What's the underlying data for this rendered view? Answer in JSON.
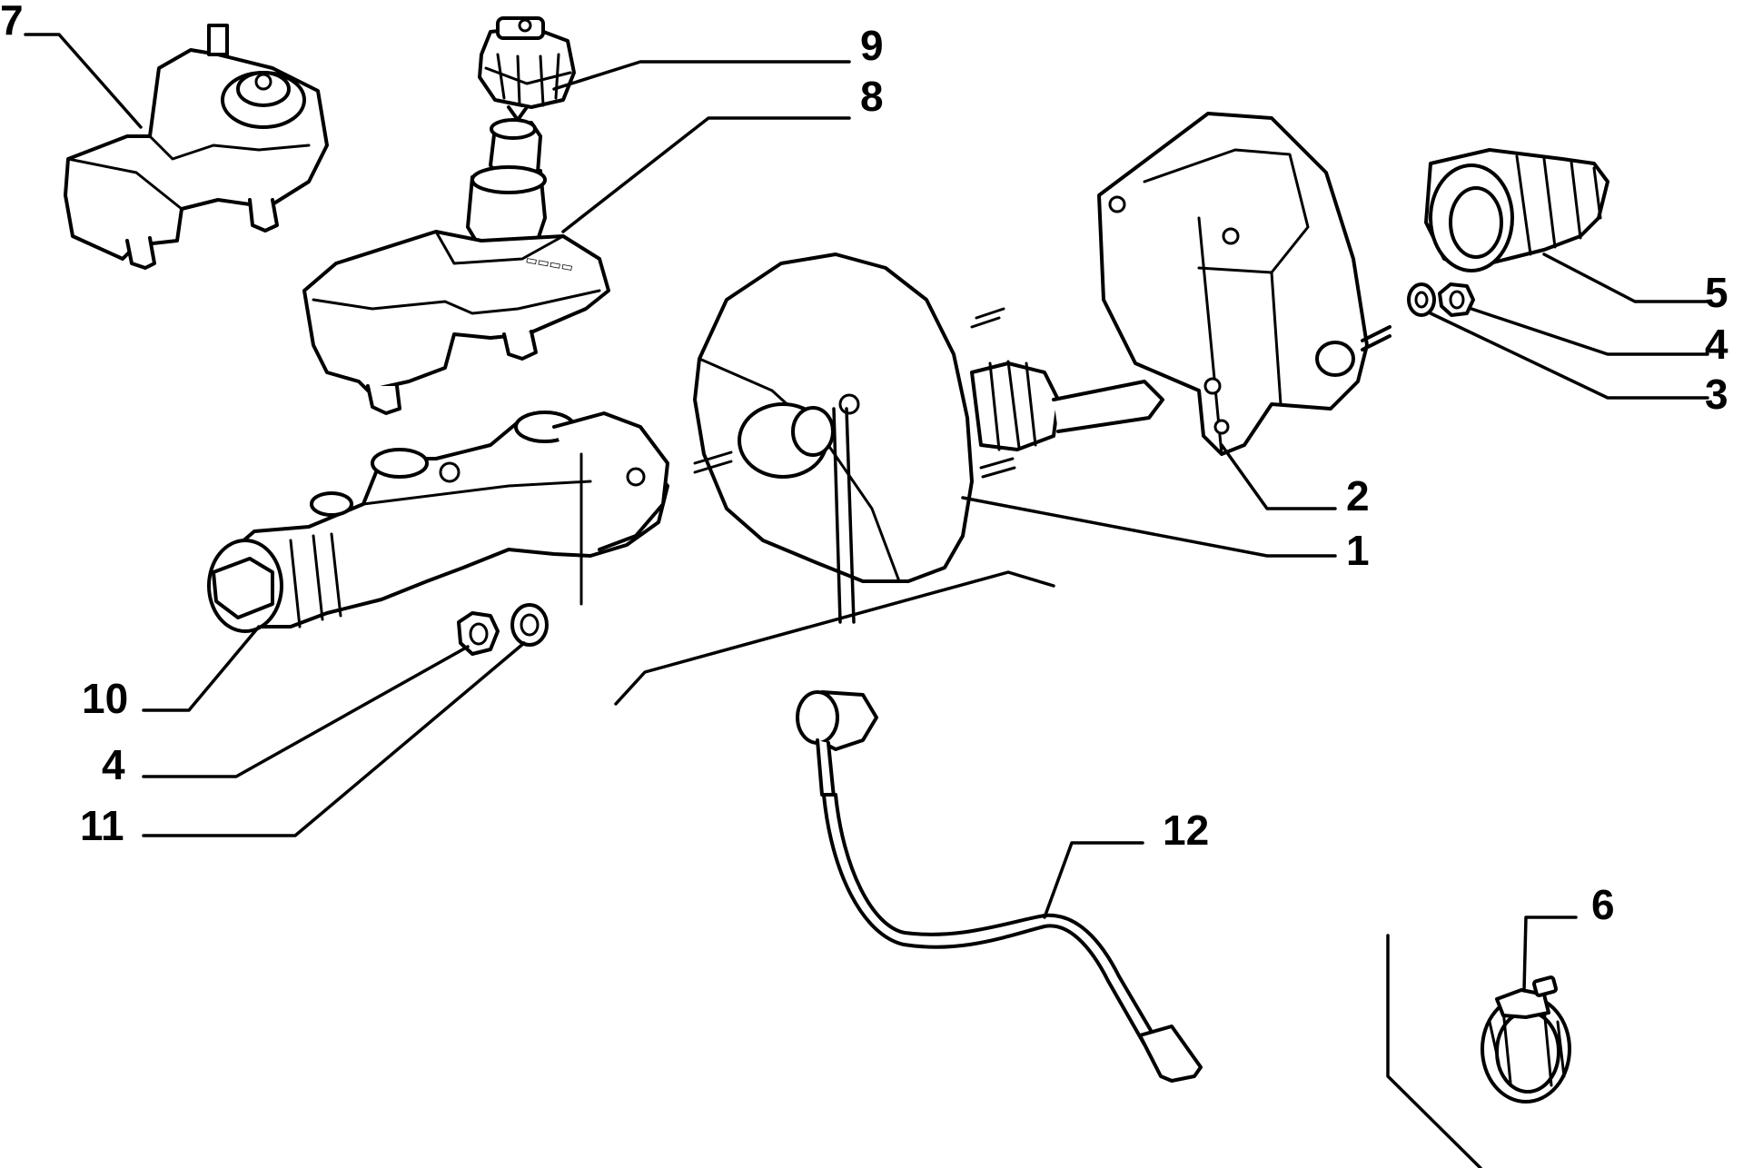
{
  "diagram": {
    "callouts": {
      "c1": "1",
      "c2": "2",
      "c3": "3",
      "c4_right": "4",
      "c4_left": "4",
      "c5": "5",
      "c6": "6",
      "c7": "7",
      "c8": "8",
      "c9": "9",
      "c10": "10",
      "c11": "11",
      "c12": "12"
    }
  }
}
